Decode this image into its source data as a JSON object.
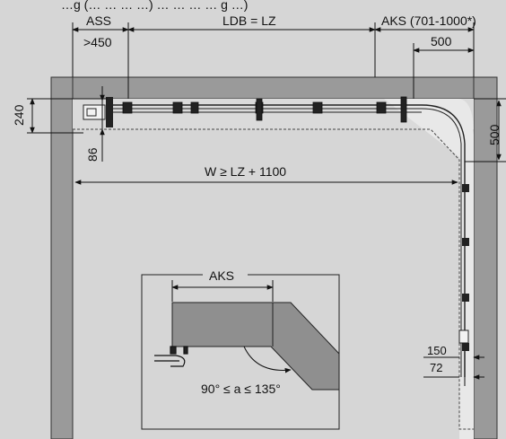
{
  "header_fragment": "…g (… … … …) … … … … g …)",
  "labels": {
    "ass": "ASS",
    "ass_min": ">450",
    "ldb": "LDB = LZ",
    "aks_range": "AKS (701-1000*)",
    "aks_500": "500",
    "h240": "240",
    "h86": "86",
    "right_500": "500",
    "width_formula": "W ≥ LZ + 1100",
    "inset_aks": "AKS",
    "angle_range": "90° ≤ a ≤ 135°",
    "d150": "150",
    "d72": "72"
  },
  "colors": {
    "background": "#d6d6d6",
    "wall": "#9a9a9a",
    "panel": "#8f8f8f",
    "line": "#111111"
  }
}
